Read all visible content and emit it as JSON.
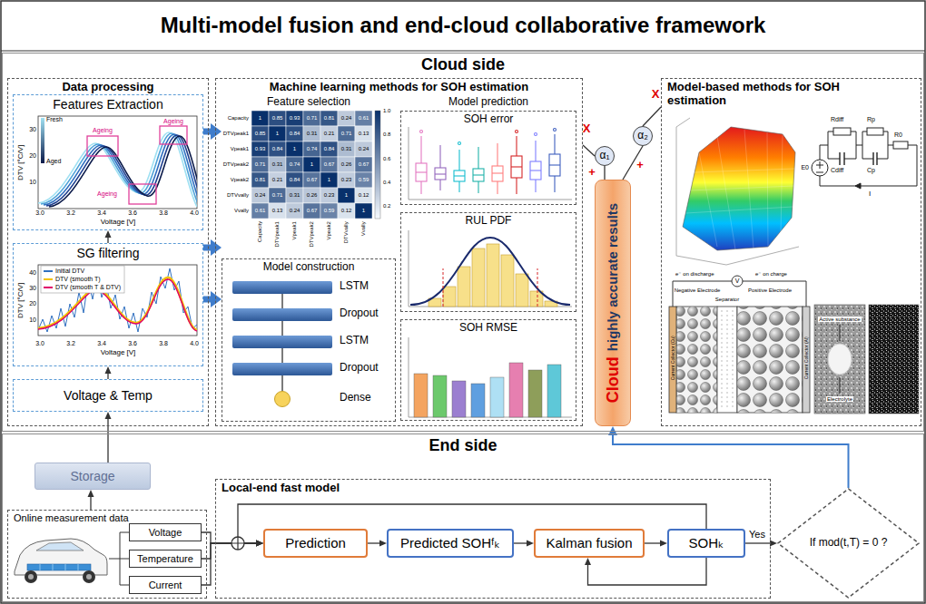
{
  "diagram": {
    "title": "Multi-model fusion and end-cloud collaborative framework",
    "nodes": [
      {
        "text": [
          "Cloud side"
        ]
      },
      {
        "text": [
          "Data processing"
        ],
        "in": 0
      },
      {
        "text": [
          "Features Extraction"
        ],
        "in": 1
      },
      {
        "text": [
          "SG filtering"
        ],
        "in": 1
      },
      {
        "text": [
          "Voltage & Temp"
        ],
        "in": 1
      },
      {
        "text": [
          "Machine learning methods for SOH estimation"
        ],
        "in": 0
      },
      {
        "text": [
          "Feature selection"
        ],
        "in": 5
      },
      {
        "text": [
          "Model construction"
        ],
        "in": 5
      },
      {
        "text": [
          "LSTM"
        ],
        "in": 7
      },
      {
        "text": [
          "Dropout"
        ],
        "in": 7
      },
      {
        "text": [
          "LSTM"
        ],
        "in": 7
      },
      {
        "text": [
          "Dropout"
        ],
        "in": 7
      },
      {
        "text": [
          "Dense"
        ],
        "in": 7
      },
      {
        "text": [
          "SOH error"
        ],
        "in": 5
      },
      {
        "text": [
          "RUL PDF"
        ],
        "in": 5
      },
      {
        "text": [
          "SOH RMSE"
        ],
        "in": 5
      },
      {
        "text": [
          "α₁"
        ],
        "in": 0
      },
      {
        "text": [
          "α₂"
        ],
        "in": 0
      },
      {
        "text": [
          "Cloud",
          "highly accurate results"
        ],
        "in": 0
      },
      {
        "text": [
          "Model-based methods for SOH estimation"
        ],
        "in": 0
      },
      {
        "text": [
          "End side"
        ]
      },
      {
        "text": [
          "Storage"
        ],
        "in": 20
      },
      {
        "text": [
          "Online measurement data"
        ],
        "in": 20
      },
      {
        "text": [
          "Voltage"
        ],
        "in": 22
      },
      {
        "text": [
          "Temperature"
        ],
        "in": 22
      },
      {
        "text": [
          "Current"
        ],
        "in": 22
      },
      {
        "text": [
          "Local-end fast model"
        ],
        "in": 20
      },
      {
        "text": [
          "Prediction"
        ],
        "in": 26
      },
      {
        "text": [
          "Predicted SOHᶠₖ"
        ],
        "in": 26
      },
      {
        "text": [
          "Kalman fusion"
        ],
        "in": 26
      },
      {
        "text": [
          "SOHₖ"
        ],
        "in": 26
      },
      {
        "text": [
          "If mod(t,T) = 0 ?"
        ],
        "in": 20
      }
    ],
    "edges": [
      {
        "from": 4,
        "to": 3,
        "arrow": "to"
      },
      {
        "from": 3,
        "to": 2,
        "arrow": "to"
      },
      {
        "from": 2,
        "to": 6,
        "arrow": "to"
      },
      {
        "from": 3,
        "to": 6,
        "arrow": "to"
      },
      {
        "from": 3,
        "to": 7,
        "arrow": "to"
      },
      {
        "from": 8,
        "to": 9,
        "arrow": "none"
      },
      {
        "from": 9,
        "to": 10,
        "arrow": "none"
      },
      {
        "from": 10,
        "to": 11,
        "arrow": "none"
      },
      {
        "from": 11,
        "to": 12,
        "arrow": "none"
      },
      {
        "from": 5,
        "to": 16,
        "arrow": "none"
      },
      {
        "from": 16,
        "to": 18,
        "arrow": "none"
      },
      {
        "from": 19,
        "to": 17,
        "arrow": "none"
      },
      {
        "from": 17,
        "to": 18,
        "arrow": "none"
      },
      {
        "from": 31,
        "to": 18,
        "arrow": "to"
      },
      {
        "from": 21,
        "to": 4,
        "arrow": "to"
      },
      {
        "from": 22,
        "to": 21,
        "arrow": "to"
      },
      {
        "from": 23,
        "to": 27,
        "arrow": "to"
      },
      {
        "from": 24,
        "to": 27,
        "arrow": "to"
      },
      {
        "from": 25,
        "to": 27,
        "arrow": "to"
      },
      {
        "from": 27,
        "to": 28,
        "arrow": "to"
      },
      {
        "from": 28,
        "to": 29,
        "arrow": "to"
      },
      {
        "from": 29,
        "to": 30,
        "arrow": "to"
      },
      {
        "from": 30,
        "to": 29,
        "arrow": "to"
      },
      {
        "from": 30,
        "to": 27,
        "arrow": "to"
      },
      {
        "from": 30,
        "to": 31,
        "label": "Yes",
        "arrow": "to"
      }
    ],
    "labels": [
      "Model prediction",
      "DTV [°C/V]",
      "Voltage [V]",
      "3.0",
      "3.2",
      "3.4",
      "3.6",
      "3.8",
      "4.0",
      "30",
      "20",
      "10",
      "Fresh",
      "Aged",
      "Ageing",
      "Ageing",
      "Ageing",
      "Voltage [V]",
      "3.0",
      "3.2",
      "3.4",
      "3.6",
      "3.8",
      "4.0",
      "40",
      "30",
      "20",
      "10",
      "DTV [°C/V]",
      "Capacity",
      "DTVpeak1",
      "Vpeak1",
      "DTVpeak2",
      "Vpeak2",
      "DTVvally",
      "Vvally",
      "1",
      "0.85",
      "0.93",
      "0.71",
      "0.81",
      "0.24",
      "0.61",
      "0.85",
      "1",
      "0.84",
      "0.31",
      "0.21",
      "0.71",
      "0.13",
      "0.93",
      "0.84",
      "1",
      "0.74",
      "0.84",
      "0.31",
      "0.24",
      "0.71",
      "0.31",
      "0.74",
      "1",
      "0.67",
      "0.26",
      "0.67",
      "0.81",
      "0.21",
      "0.84",
      "0.67",
      "1",
      "0.23",
      "0.59",
      "0.24",
      "0.71",
      "0.31",
      "0.26",
      "0.23",
      "1",
      "0.12",
      "0.61",
      "0.13",
      "0.24",
      "0.67",
      "0.59",
      "0.12",
      "1",
      "Capacity",
      "DTVpeak1",
      "Vpeak1",
      "DTVpeak2",
      "Vpeak2",
      "DTVvally",
      "Vvally",
      "1.0",
      "0.8",
      "0.6",
      "0.4",
      "0.2",
      "X",
      "X",
      "+",
      "+",
      "Rdiff",
      "Cdiff",
      "Rp",
      "Cp",
      "R0",
      "E0",
      "I",
      "e⁻ on discharge",
      "e⁻ on charge",
      "V",
      "Negative Electrode",
      "Separator",
      "Positive Electrode",
      "Current Collector (Cu)",
      "Current Collector (Al)",
      "Active substance",
      "Electrolyte"
    ],
    "legend": [
      {
        "text": "Initial DTV",
        "color": "#3070c0"
      },
      {
        "text": "DTV (smooth T)",
        "color": "#f2c200"
      },
      {
        "text": "DTV (smooth T & DTV)",
        "color": "#e0006a"
      }
    ]
  }
}
